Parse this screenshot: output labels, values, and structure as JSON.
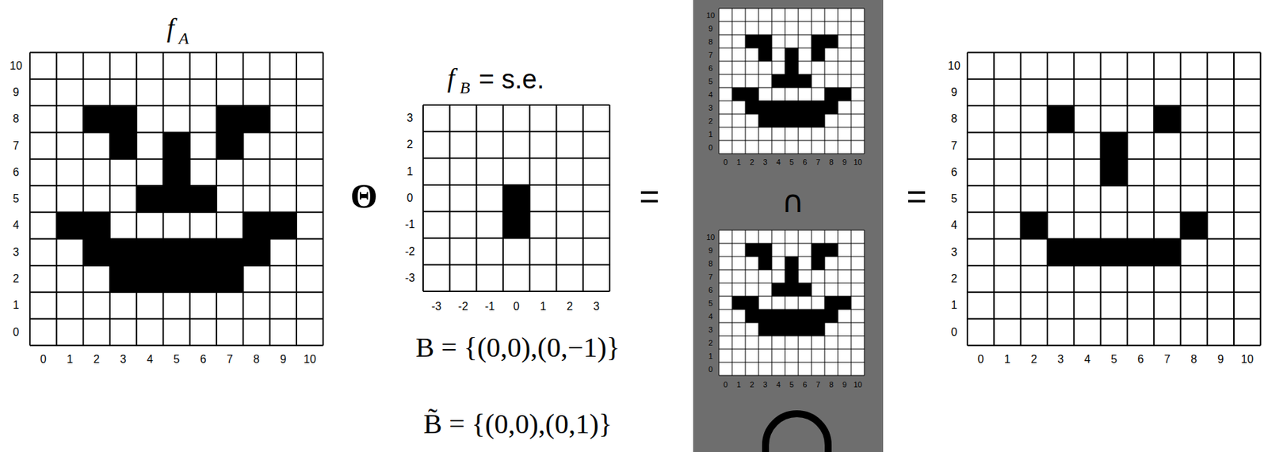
{
  "diagram": {
    "labels": [
      "f",
      "A",
      "10",
      "9",
      "8",
      "7",
      "6",
      "5",
      "4",
      "3",
      "2",
      "1",
      "0",
      "0",
      "1",
      "2",
      "3",
      "4",
      "5",
      "6",
      "7",
      "8",
      "9",
      "10",
      "Θ",
      "f",
      "B",
      "= s.e.",
      "3",
      "2",
      "1",
      "0",
      "-1",
      "-2",
      "-3",
      "-3",
      "-2",
      "-1",
      "0",
      "1",
      "2",
      "3",
      "B = {(0,0),(0,−1)}",
      "B̃ = {(0,0),(0,1)}",
      "=",
      "10",
      "9",
      "8",
      "7",
      "6",
      "5",
      "4",
      "3",
      "2",
      "1",
      "0",
      "0",
      "1",
      "2",
      "3",
      "4",
      "5",
      "6",
      "7",
      "8",
      "9",
      "10",
      "∩",
      "10",
      "9",
      "8",
      "7",
      "6",
      "5",
      "4",
      "3",
      "2",
      "1",
      "0",
      "0",
      "1",
      "2",
      "3",
      "4",
      "5",
      "6",
      "7",
      "8",
      "9",
      "10",
      "=",
      "10",
      "9",
      "8",
      "7",
      "6",
      "5",
      "4",
      "3",
      "2",
      "1",
      "0",
      "0",
      "1",
      "2",
      "3",
      "4",
      "5",
      "6",
      "7",
      "8",
      "9",
      "10"
    ]
  }
}
